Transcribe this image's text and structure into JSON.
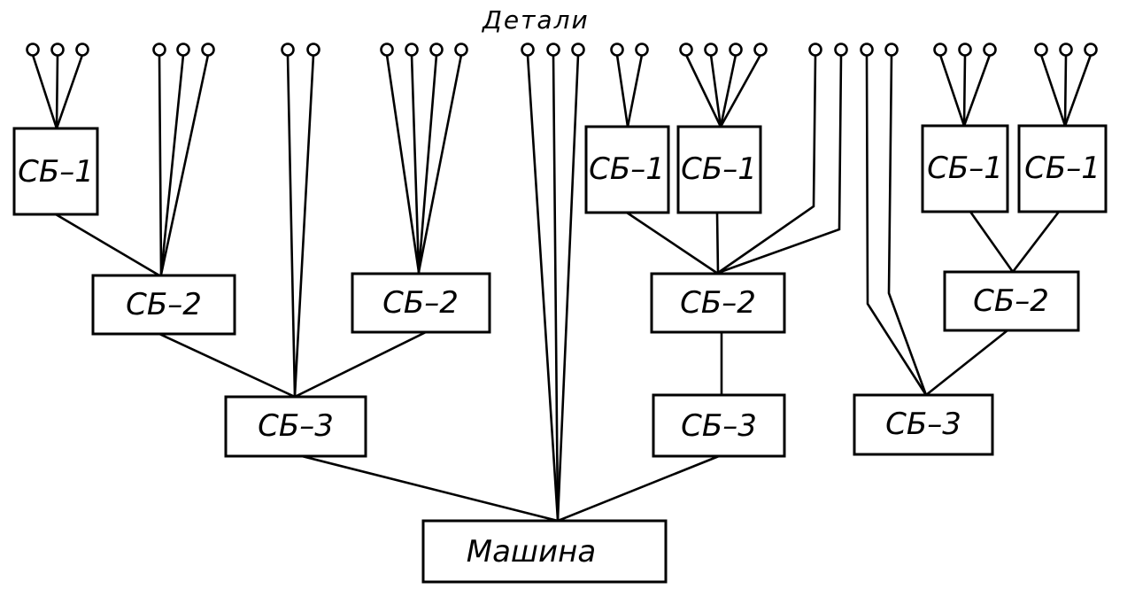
{
  "title": "Детали",
  "nodes": {
    "sb1_a": "СБ–1",
    "sb1_b": "СБ–1",
    "sb1_c": "СБ–1",
    "sb1_d": "СБ–1",
    "sb1_e": "СБ–1",
    "sb2_a": "СБ–2",
    "sb2_b": "СБ–2",
    "sb2_c": "СБ–2",
    "sb2_d": "СБ–2",
    "sb3_a": "СБ–3",
    "sb3_b": "СБ–3",
    "sb3_c": "СБ–3",
    "machine": "Машина"
  },
  "colors": {
    "line": "#000000",
    "background": "#ffffff"
  }
}
